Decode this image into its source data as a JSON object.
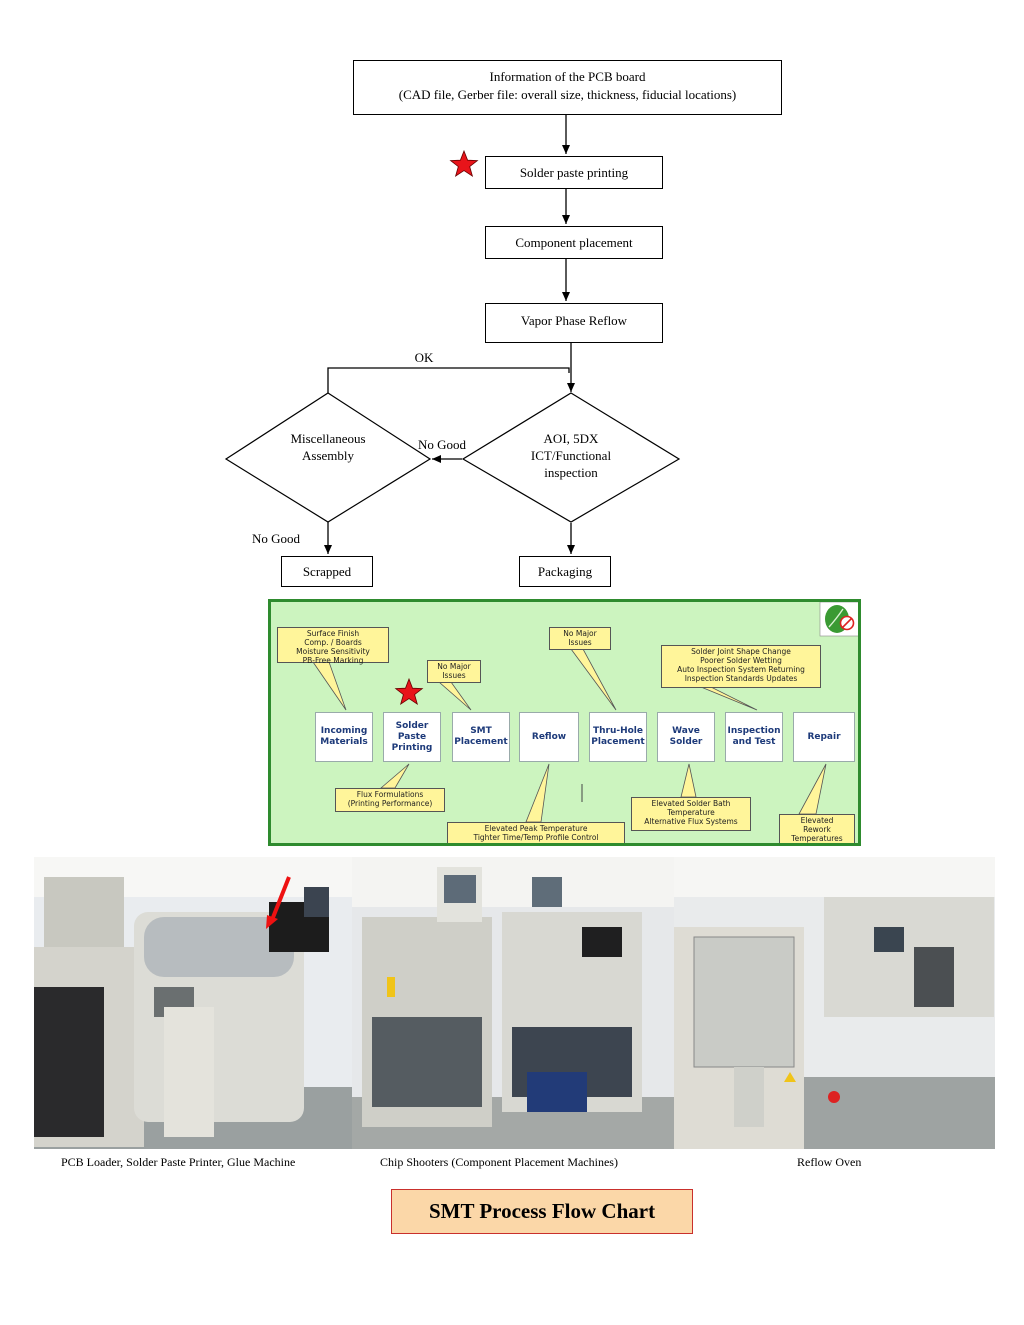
{
  "flowchart": {
    "pcb_info": {
      "line1": "Information of the PCB board",
      "line2": "(CAD file, Gerber file: overall size, thickness, fiducial locations)"
    },
    "solder_paste": "Solder paste printing",
    "component_placement": "Component placement",
    "reflow": "Vapor Phase Reflow",
    "ok_label": "OK",
    "misc_assembly": {
      "line1": "Miscellaneous",
      "line2": "Assembly"
    },
    "no_good_middle": "No Good",
    "inspection": {
      "line1": "AOI, 5DX",
      "line2": "ICT/Functional",
      "line3": "inspection"
    },
    "no_good_left": "No Good",
    "scrapped": "Scrapped",
    "packaging": "Packaging",
    "star_color": "#e8141a"
  },
  "process_panel": {
    "steps": [
      {
        "line1": "Incoming",
        "line2": "Materials",
        "line3": ""
      },
      {
        "line1": "Solder",
        "line2": "Paste",
        "line3": "Printing"
      },
      {
        "line1": "SMT",
        "line2": "Placement",
        "line3": ""
      },
      {
        "line1": "Reflow",
        "line2": "",
        "line3": ""
      },
      {
        "line1": "Thru-Hole",
        "line2": "Placement",
        "line3": ""
      },
      {
        "line1": "Wave",
        "line2": "Solder",
        "line3": ""
      },
      {
        "line1": "Inspection",
        "line2": "and Test",
        "line3": ""
      },
      {
        "line1": "Repair",
        "line2": "",
        "line3": ""
      }
    ],
    "notes": {
      "surface_finish": [
        "Surface Finish",
        "Comp. / Boards",
        "Moisture Sensitivity",
        "PB-Free Marking"
      ],
      "smt_no_major": [
        "No Major",
        "Issues"
      ],
      "thru_hole_no_major": [
        "No Major",
        "Issues"
      ],
      "inspection_notes": [
        "Solder Joint Shape Change",
        "Poorer Solder Wetting",
        "Auto Inspection System Returning",
        "Inspection Standards Updates"
      ],
      "flux": [
        "Flux Formulations",
        "(Printing Performance)"
      ],
      "reflow_notes": [
        "Elevated Peak Temperature",
        "Tighter Time/Temp Profile Control"
      ],
      "wave_notes": [
        "Elevated Solder Bath",
        "Temperature",
        "Alternative Flux Systems"
      ],
      "repair_notes": [
        "Elevated",
        "Rework",
        "Temperatures"
      ]
    },
    "colors": {
      "panel_bg": "#ccf4bf",
      "panel_border": "#2e8b2e",
      "note_bg": "#fff59a",
      "step_text": "#1d3a7a"
    }
  },
  "photos": {
    "captions": [
      "PCB Loader, Solder Paste Printer, Glue Machine",
      "Chip Shooters (Component Placement Machines)",
      "Reflow Oven"
    ]
  },
  "title": "SMT Process Flow Chart"
}
